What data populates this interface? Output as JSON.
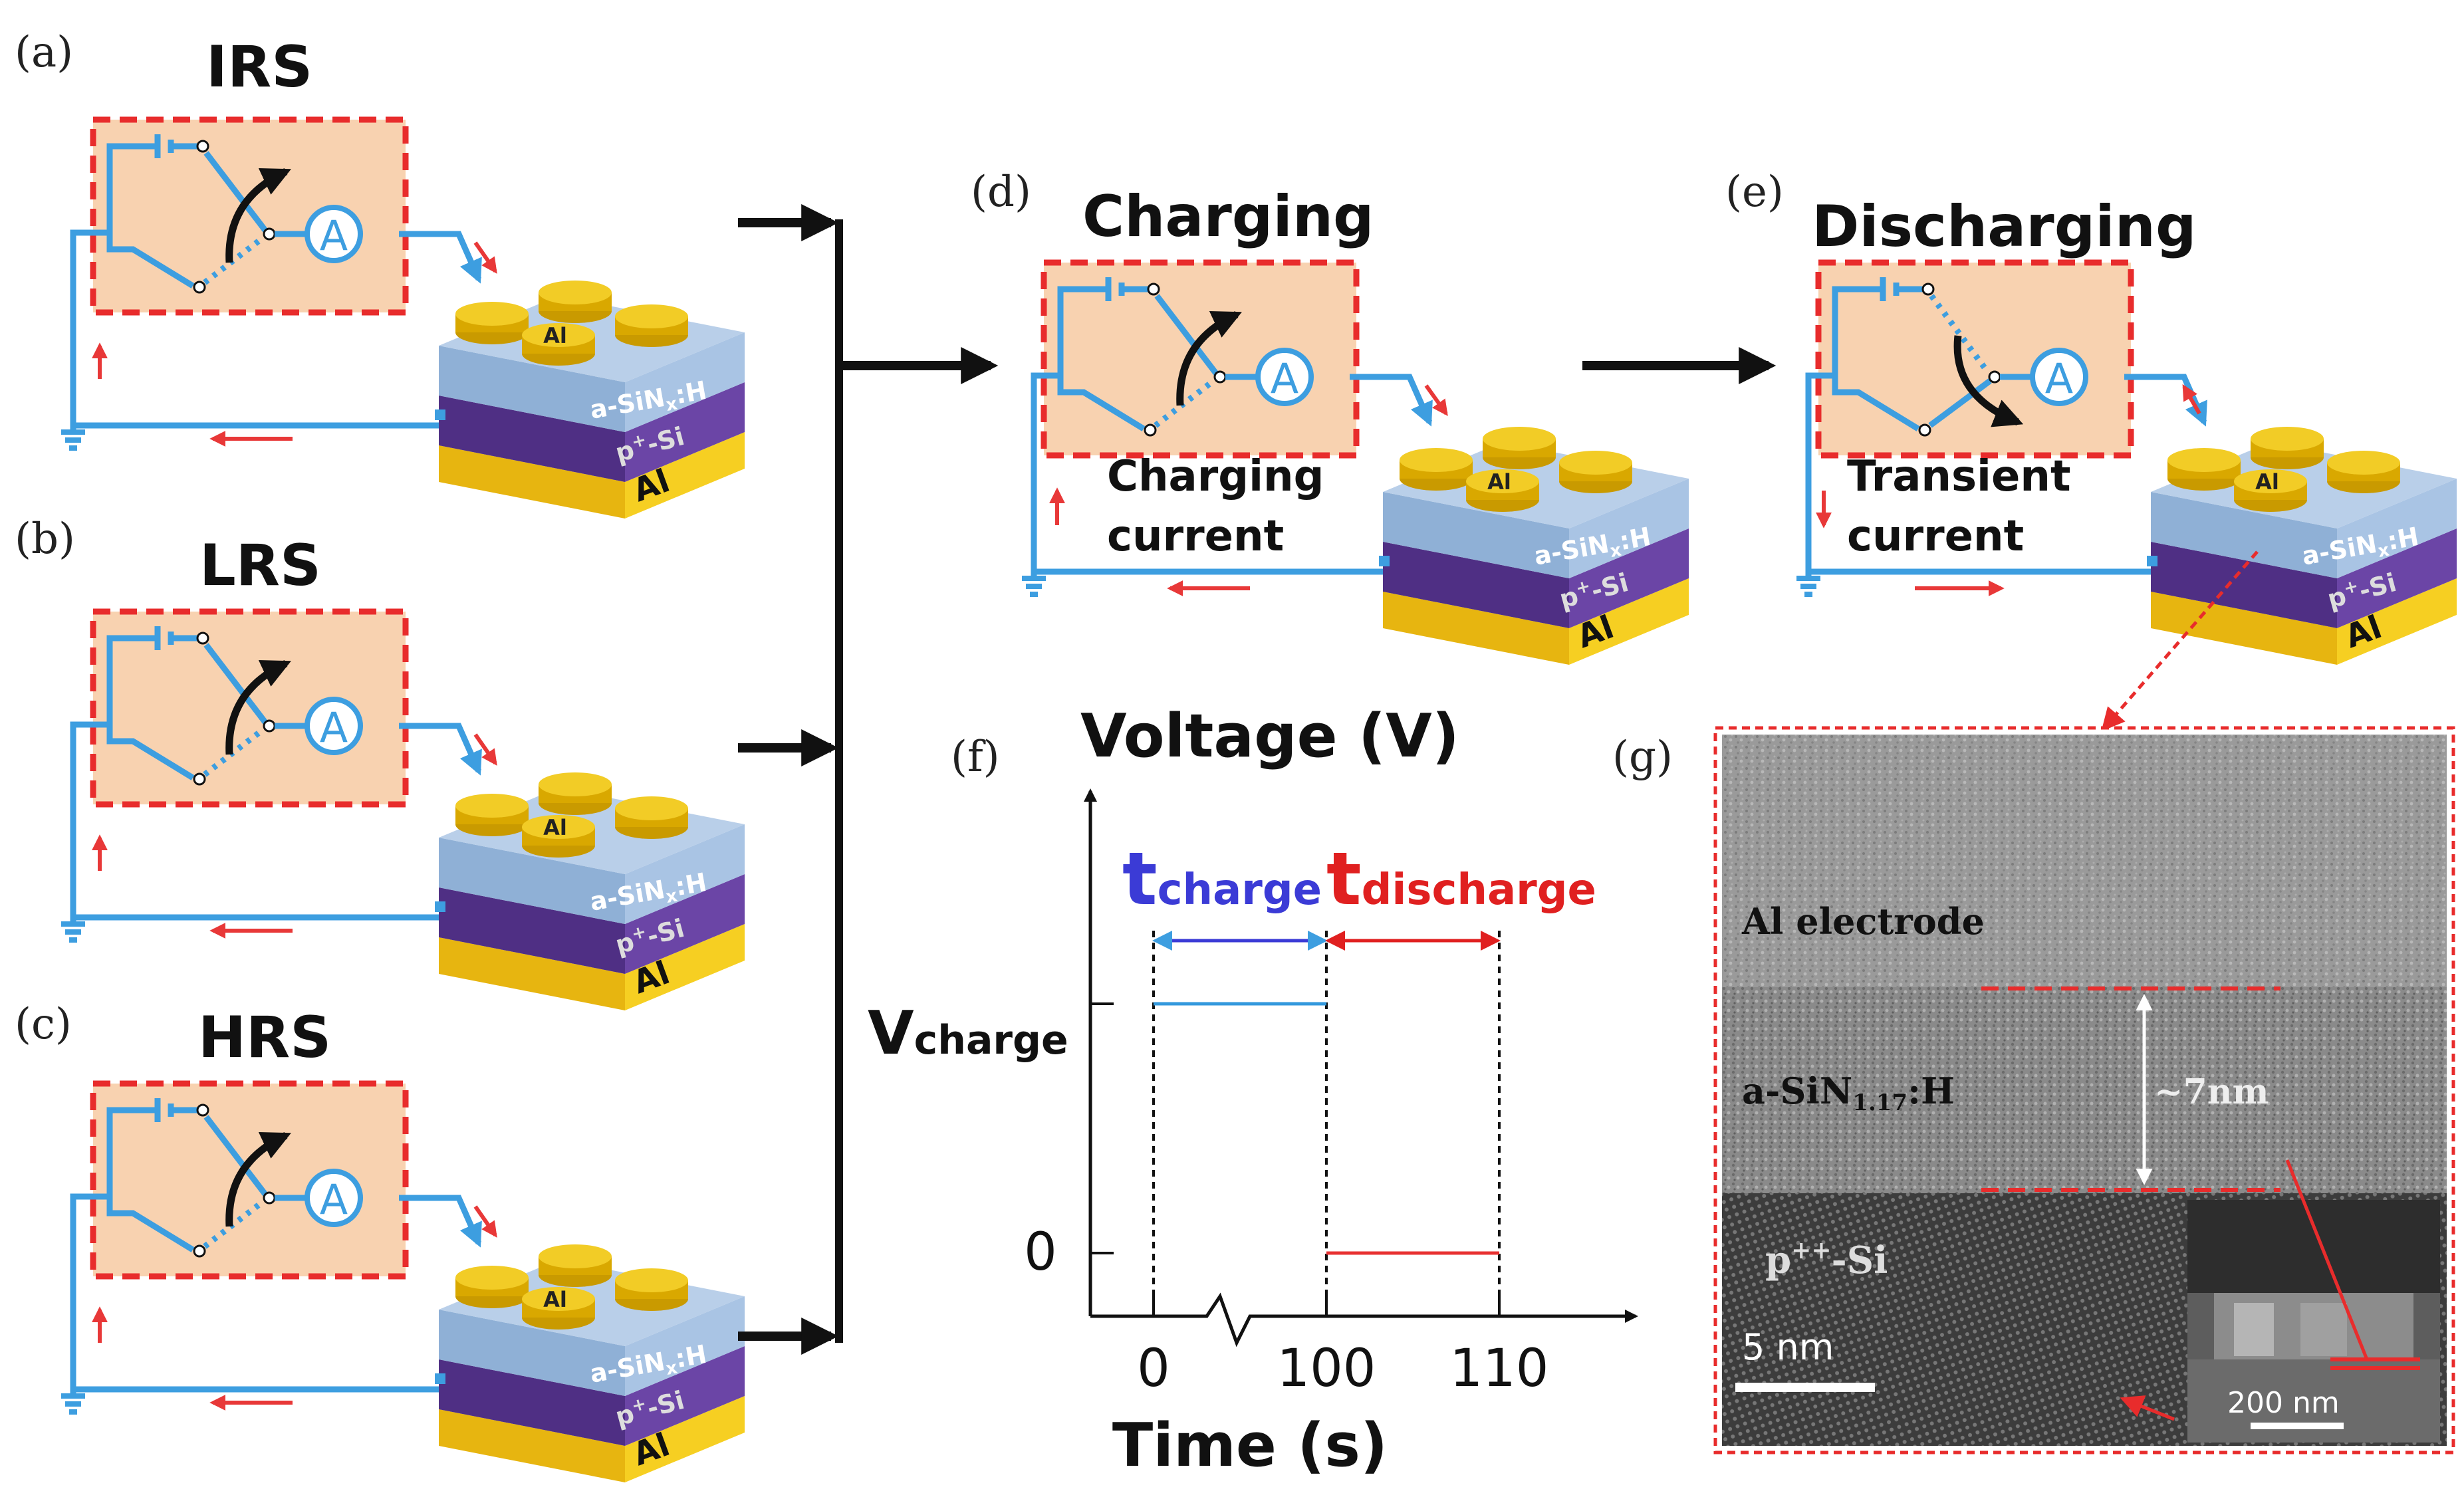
{
  "panels": {
    "a": {
      "letter": "(a)",
      "state": "IRS"
    },
    "b": {
      "letter": "(b)",
      "state": "LRS"
    },
    "c": {
      "letter": "(c)",
      "state": "HRS"
    },
    "d": {
      "letter": "(d)",
      "title": "Charging",
      "current_line1": "Charging",
      "current_line2": "current"
    },
    "e": {
      "letter": "(e)",
      "title": "Discharging",
      "current_line1": "Transient",
      "current_line2": "current"
    },
    "f": {
      "letter": "(f)"
    },
    "g": {
      "letter": "(g)"
    }
  },
  "device": {
    "electrode": "Al",
    "insulator": "a-SiN",
    "insulator_sub": "x",
    "insulator_suffix": ":H",
    "substrate": "p",
    "substrate_sup": "+",
    "substrate_suffix": "-Si",
    "bottom": "Al",
    "ammeter": "A"
  },
  "chart_data": {
    "type": "line",
    "title": "Voltage (V)",
    "xlabel": "Time (s)",
    "ylabel": "Voltage (V)",
    "x_ticks": [
      "0",
      "100",
      "110"
    ],
    "y_ticks": [
      "0",
      "Vcharge"
    ],
    "axis_break": "between 0 and 100",
    "series": [
      {
        "name": "charge",
        "color": "#3399dd",
        "points": [
          [
            0,
            "Vcharge"
          ],
          [
            100,
            "Vcharge"
          ]
        ]
      },
      {
        "name": "discharge",
        "color": "#e83030",
        "points": [
          [
            100,
            0
          ],
          [
            110,
            0
          ]
        ]
      }
    ],
    "intervals": [
      {
        "label": "t",
        "sub": "charge",
        "from": 0,
        "to": 100,
        "color": "#3b3bd6"
      },
      {
        "label": "t",
        "sub": "discharge",
        "from": 100,
        "to": 110,
        "color": "#e02020"
      }
    ],
    "vcharge_label": {
      "main": "V",
      "sub": "charge"
    }
  },
  "tem": {
    "electrode": "Al electrode",
    "insulator": "a-SiN",
    "insulator_sub": "1.17",
    "insulator_suffix": ":H",
    "substrate": "p",
    "substrate_sup": "++",
    "substrate_suffix": "-Si",
    "thickness": "~7nm",
    "scale_main": "5 nm",
    "scale_inset": "200 nm"
  },
  "colors": {
    "box_dash": "#e82c2c",
    "box_fill": "#f8d2b0",
    "wire": "#3d9ee0",
    "red_arrow": "#e83838",
    "insulator": "#9ab8dc",
    "psi": "#5b3a91",
    "al": "#f2c820"
  }
}
